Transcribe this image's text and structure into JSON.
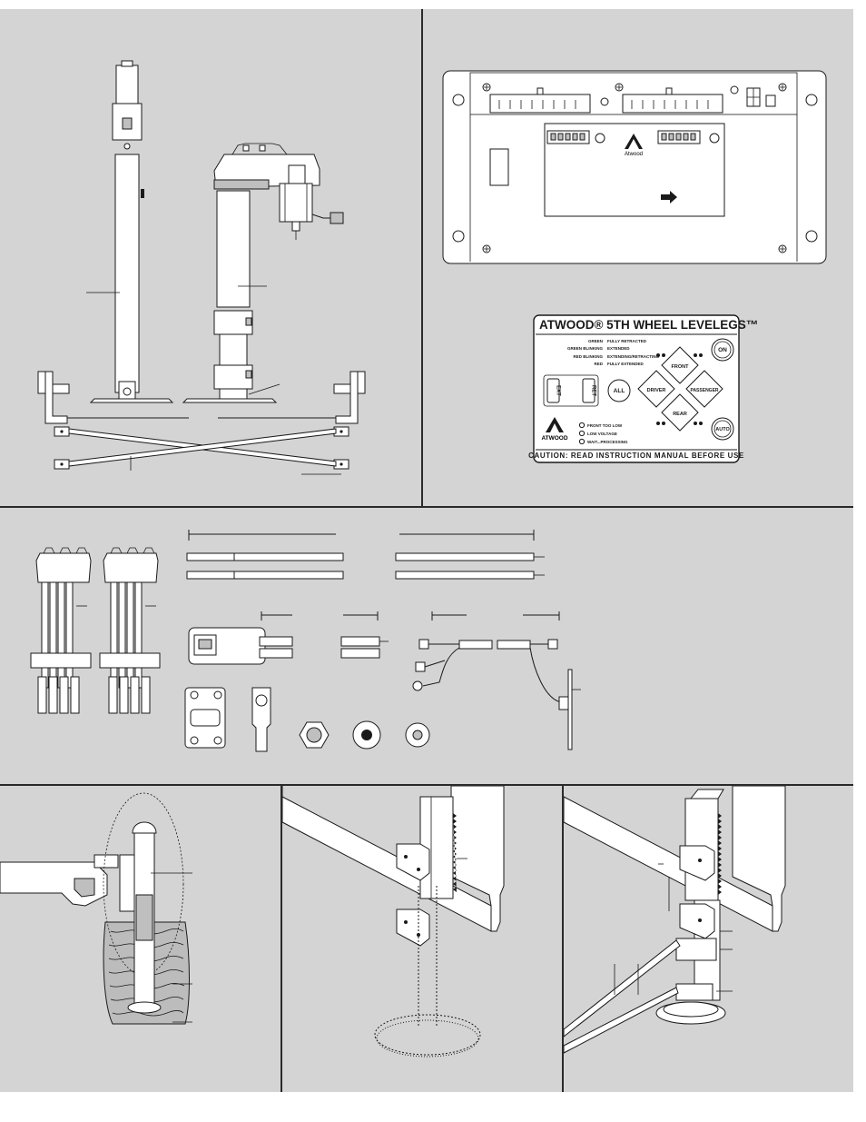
{
  "control_panel": {
    "title": "ATWOOD® 5TH WHEEL LEVELEGS™",
    "legend": [
      {
        "color": "GREEN",
        "meaning": "FULLY RETRACTED"
      },
      {
        "color": "GREEN BLINKING",
        "meaning": "EXTENDED"
      },
      {
        "color": "RED BLINKING",
        "meaning": "EXTENDING/RETRACTING"
      },
      {
        "color": "RED",
        "meaning": "FULLY EXTENDED"
      }
    ],
    "buttons": {
      "ext": "EXT",
      "ret": "RET",
      "all": "ALL",
      "front": "FRONT",
      "driver": "DRIVER",
      "passenger": "PASSENGER",
      "rear": "REAR",
      "on": "ON",
      "auto": "AUTO"
    },
    "indicators": [
      "FRONT TOO LOW",
      "LOW VOLTAGE",
      "WAIT...PROCESSING"
    ],
    "brand": "ATWOOD",
    "caution": "CAUTION: READ INSTRUCTION MANUAL BEFORE USE"
  },
  "controller_box": {
    "brand": "Atwood",
    "pin_groups": 2
  },
  "colors": {
    "panel_bg": "#d4d4d5",
    "divider": "#2a2a2a",
    "ink": "#1a1a1a"
  }
}
